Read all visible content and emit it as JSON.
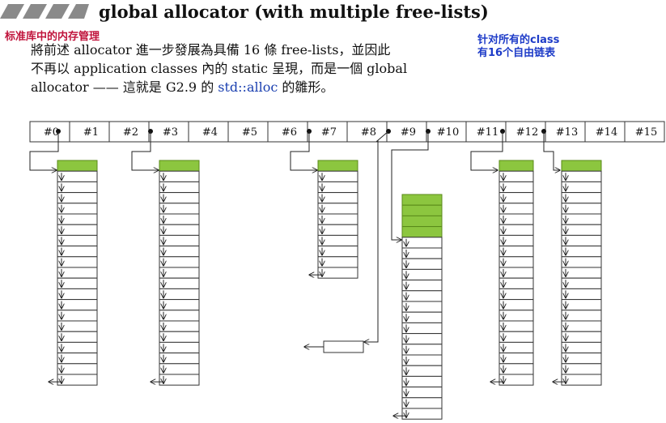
{
  "title": "global allocator (with multiple free-lists)",
  "tag": "标准库中的内存管理",
  "description": {
    "line1": "將前述 allocator 進一步發展為具備 16 條 free-lists，並因此",
    "line2": "不再以 application classes 內的 static 呈現，而是一個 global",
    "line3_pre": "allocator —— 這就是 G2.9 的 ",
    "line3_code": "std::alloc",
    "line3_post": " 的雛形。"
  },
  "note": {
    "line1": "针对所有的class",
    "line2": "有16个自由链表"
  },
  "free_list_labels": [
    "#0",
    "#1",
    "#2",
    "#3",
    "#4",
    "#5",
    "#6",
    "#7",
    "#8",
    "#9",
    "#10",
    "#11",
    "#12",
    "#13",
    "#14",
    "#15"
  ],
  "colors": {
    "allocated_block": "#8cc63f",
    "note": "#1e3cc8",
    "tag": "#c0143c",
    "code": "#1a3fb0"
  }
}
